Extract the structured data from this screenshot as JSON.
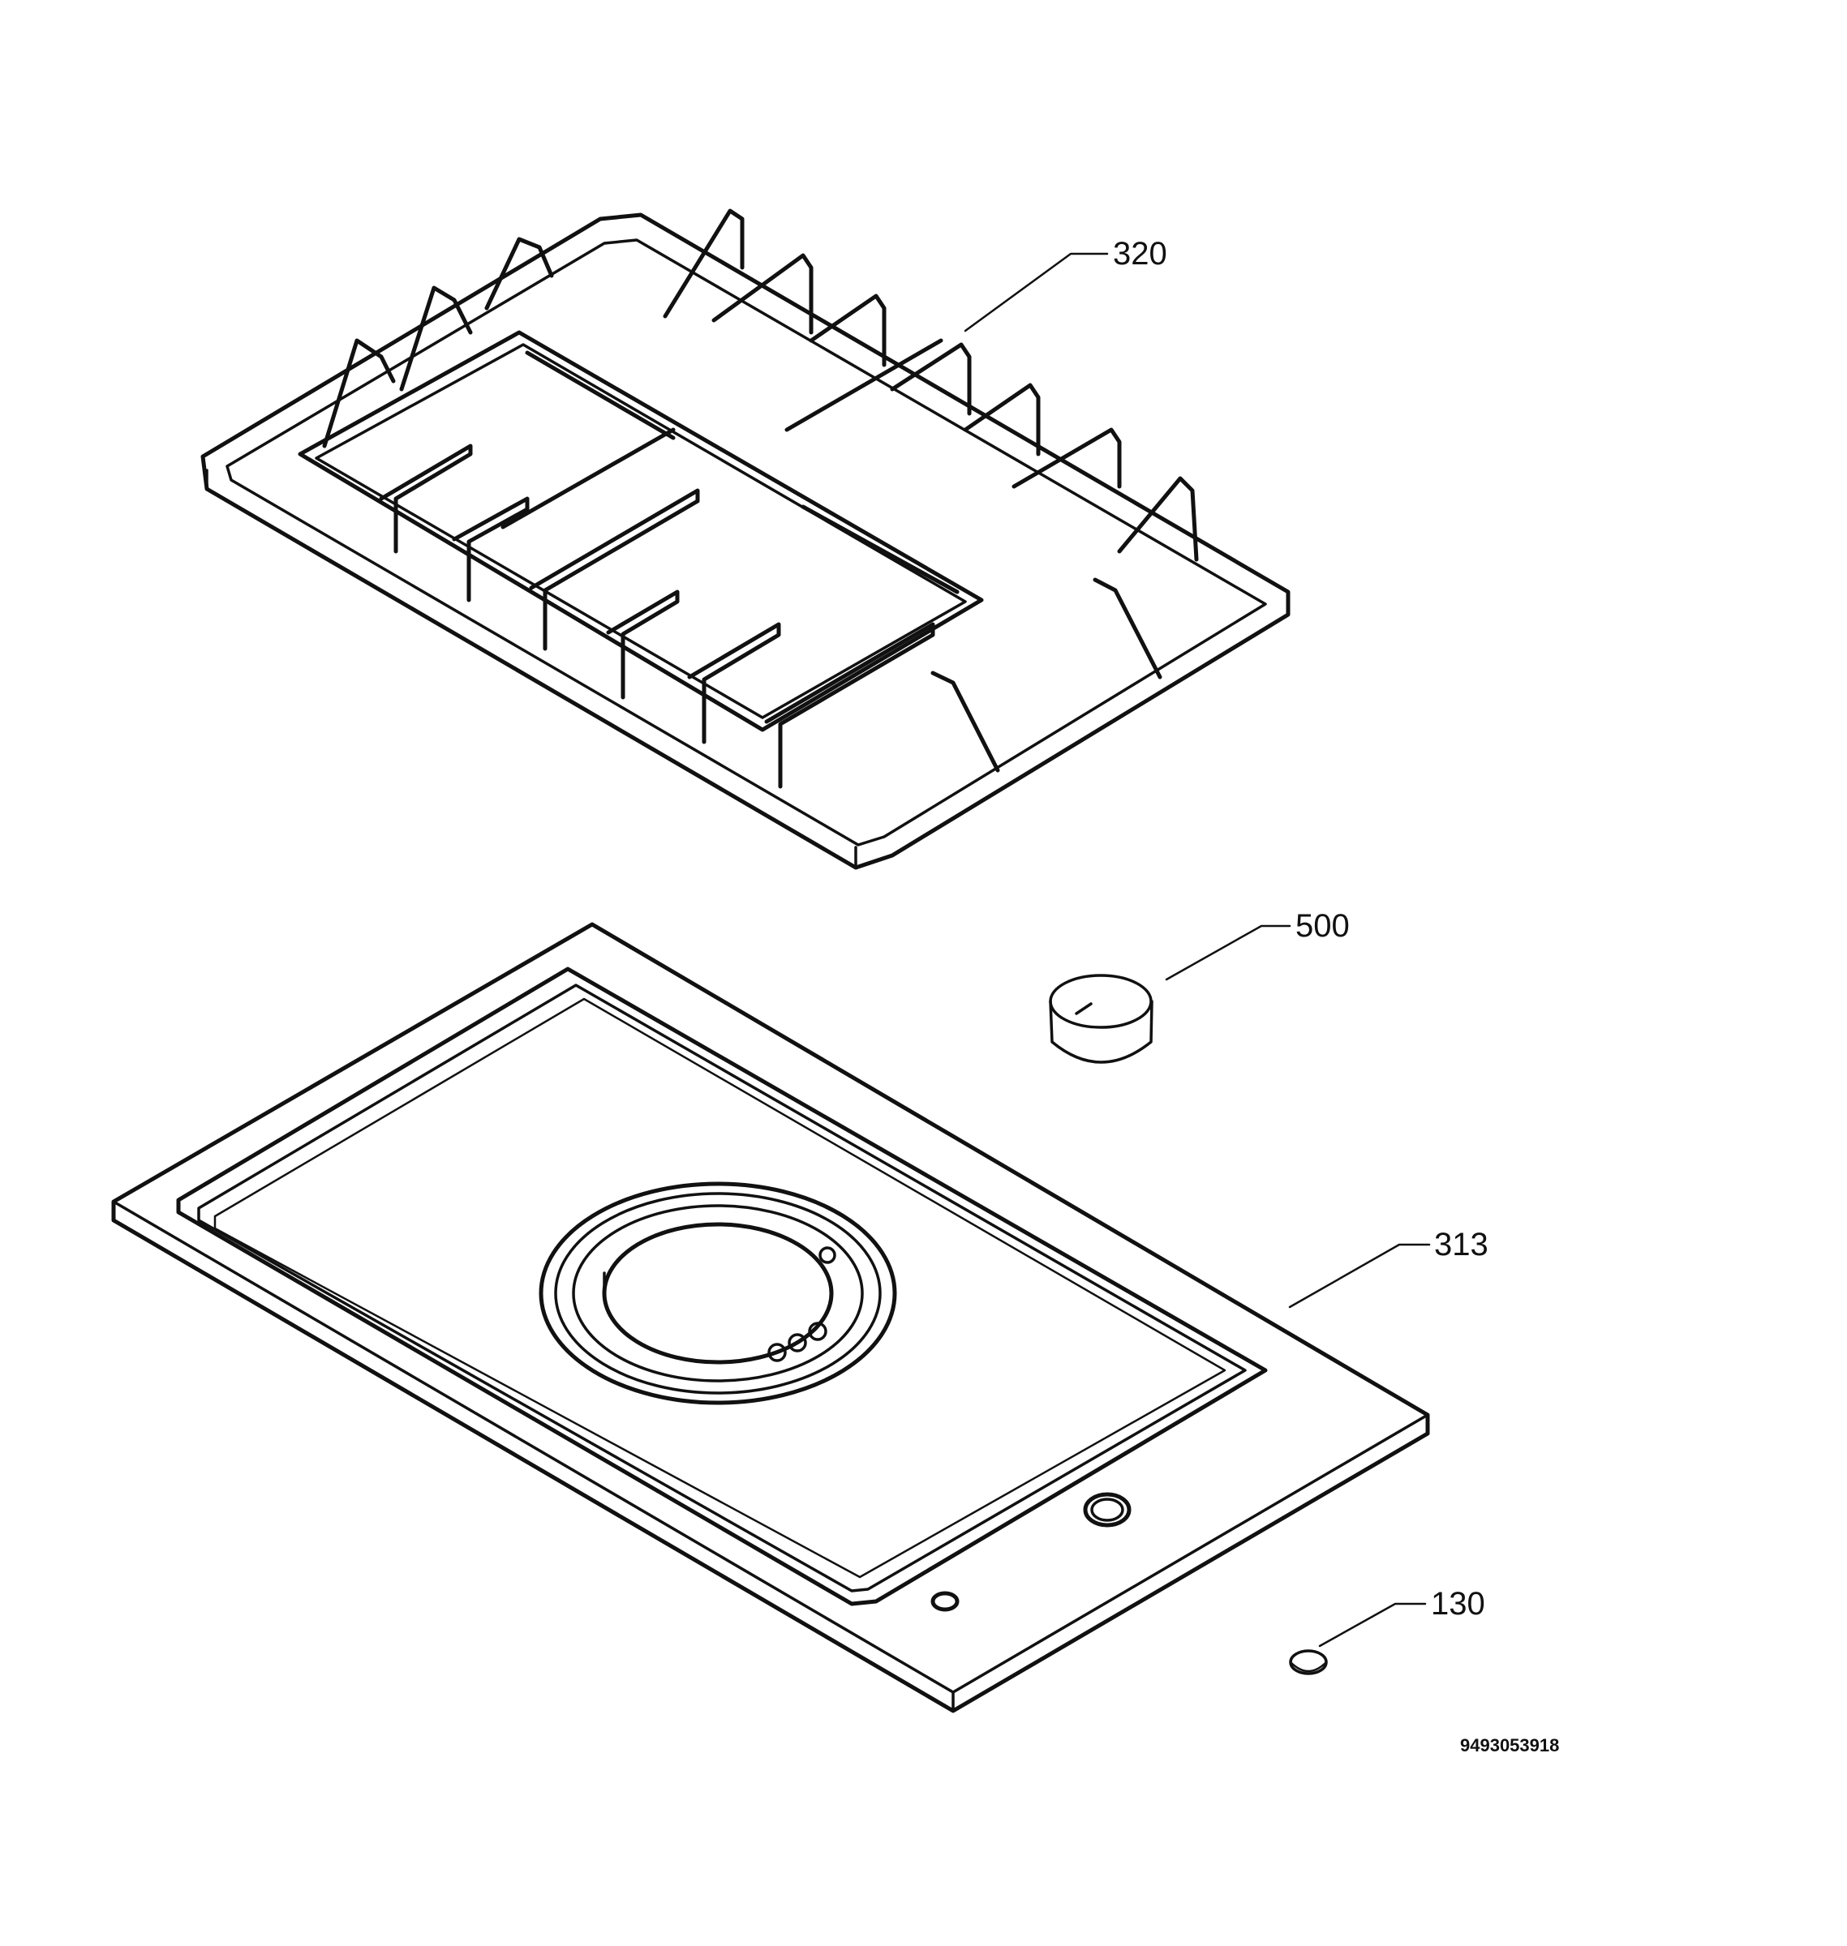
{
  "parts": {
    "grate": {
      "callout": "320"
    },
    "knob": {
      "callout": "500"
    },
    "hob_plate": {
      "callout": "313"
    },
    "cap": {
      "callout": "130"
    }
  },
  "drawing_number": "9493053918",
  "colors": {
    "line": "#111111",
    "background": "#ffffff"
  }
}
